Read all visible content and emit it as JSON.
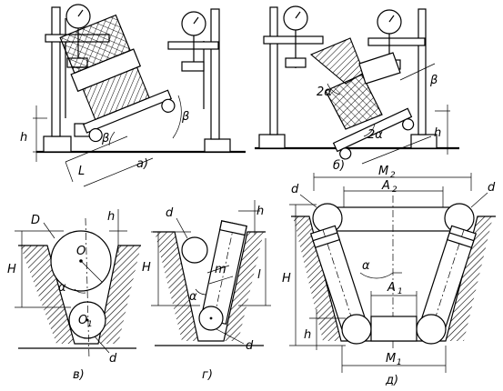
{
  "panels": {
    "a": {
      "caption": "а)",
      "labels": {
        "h": "h",
        "beta1": "β",
        "beta2": "β",
        "L": "L"
      }
    },
    "b": {
      "caption": "б)",
      "labels": {
        "h": "h",
        "beta": "β",
        "two_alpha_1": "2α",
        "two_alpha_2": "2α"
      }
    },
    "v": {
      "caption": "в)",
      "labels": {
        "D": "D",
        "h": "h",
        "O": "O",
        "H": "H",
        "alpha": "α",
        "O1": "O",
        "O1_sub": "1",
        "d": "d"
      }
    },
    "g": {
      "caption": "г)",
      "labels": {
        "d": "d",
        "h": "h",
        "H": "H",
        "m": "m",
        "l": "l",
        "alpha": "α",
        "d2": "d"
      }
    },
    "d": {
      "caption": "д)",
      "labels": {
        "M2": "M",
        "M2_sub": "2",
        "A2": "A",
        "A2_sub": "2",
        "d_left": "d",
        "d_right": "d",
        "H": "H",
        "alpha": "α",
        "A1": "A",
        "A1_sub": "1",
        "h": "h",
        "M1": "M",
        "M1_sub": "1"
      }
    }
  }
}
